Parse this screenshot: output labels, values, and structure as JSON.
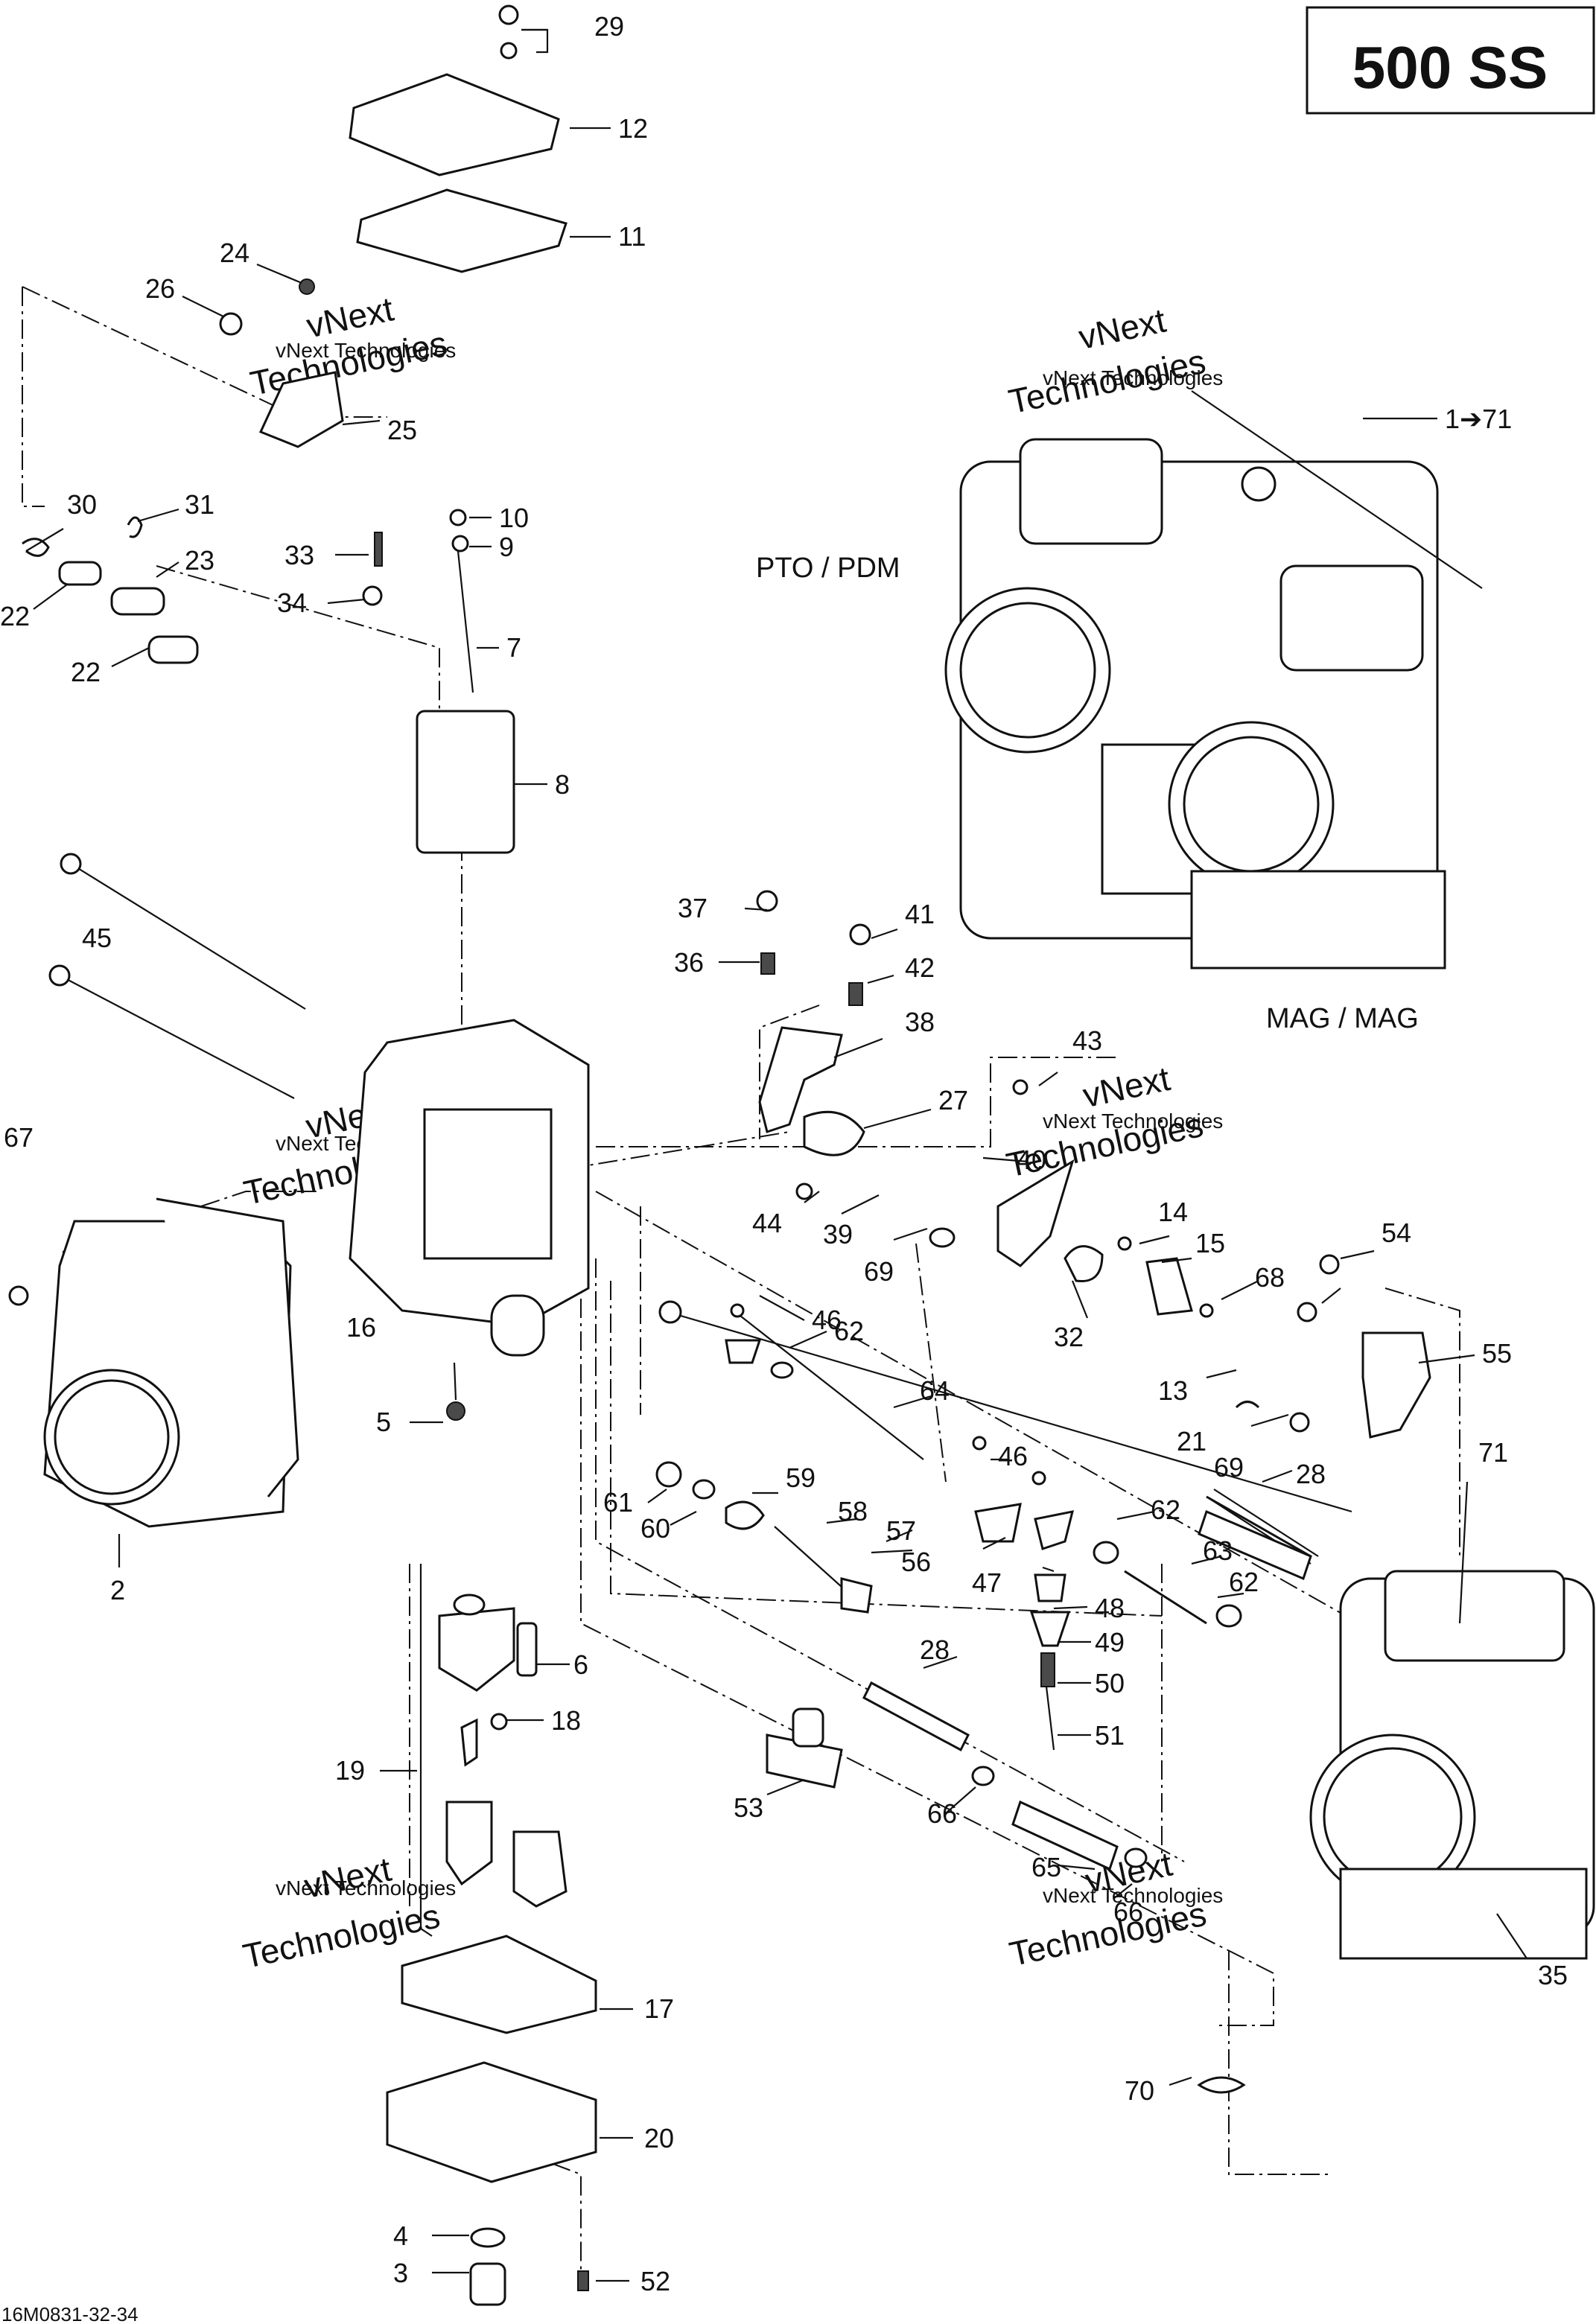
{
  "title": "500 SS",
  "figure_code": "16M0831-32-34",
  "side_labels": {
    "pto": "PTO / PDM",
    "mag": "MAG / MAG"
  },
  "watermark": {
    "line1": "vNext",
    "line2": "Technologies",
    "small": "vNext Technologies"
  },
  "callouts": {
    "c29": "29",
    "c12": "12",
    "c11": "11",
    "c24": "24",
    "c26": "26",
    "c25": "25",
    "c1_71": "1➔71",
    "c30": "30",
    "c31": "31",
    "c23": "23",
    "c22a": "22",
    "c22b": "22",
    "c10": "10",
    "c9": "9",
    "c33": "33",
    "c34": "34",
    "c7": "7",
    "c8": "8",
    "c45": "45",
    "c37": "37",
    "c41": "41",
    "c36": "36",
    "c42": "42",
    "c38": "38",
    "c43": "43",
    "c27": "27",
    "c67": "67",
    "c40": "40",
    "c44": "44",
    "c39": "39",
    "c14": "14",
    "c15": "15",
    "c54": "54",
    "c69a": "69",
    "c68": "68",
    "c16": "16",
    "c46a": "46",
    "c62a": "62",
    "c32": "32",
    "c55": "55",
    "c13": "13",
    "c64": "64",
    "c21": "21",
    "c5": "5",
    "c69b": "69",
    "c28a": "28",
    "c46b": "46",
    "c71": "71",
    "c59": "59",
    "c61": "61",
    "c58": "58",
    "c60": "60",
    "c57": "57",
    "c56": "56",
    "c62b": "62",
    "c63": "63",
    "c2": "2",
    "c47": "47",
    "c62c": "62",
    "c48": "48",
    "c6": "6",
    "c49": "49",
    "c28b": "28",
    "c18": "18",
    "c50": "50",
    "c19": "19",
    "c51": "51",
    "c53": "53",
    "c66a": "66",
    "c65": "65",
    "c66b": "66",
    "c35": "35",
    "c17": "17",
    "c70": "70",
    "c20": "20",
    "c4": "4",
    "c3": "3",
    "c52": "52"
  }
}
